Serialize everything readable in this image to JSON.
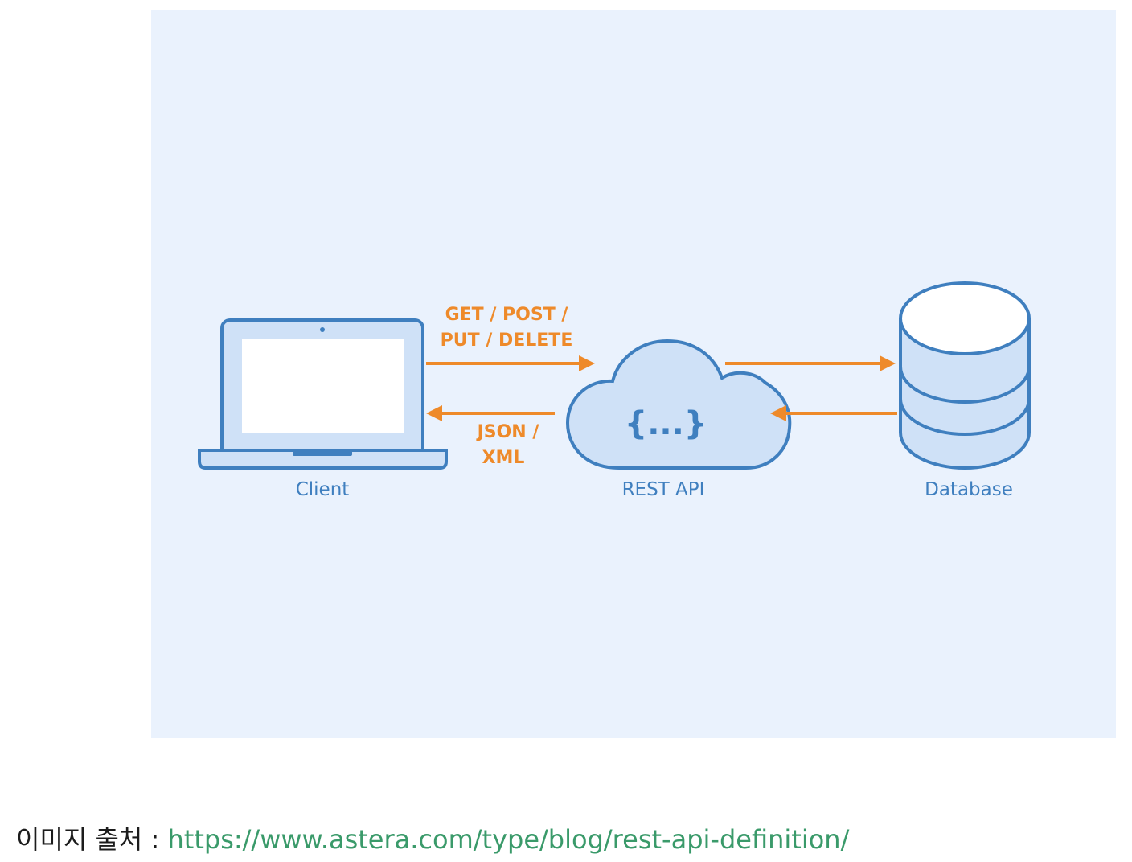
{
  "diagram": {
    "nodes": {
      "client": {
        "label": "Client"
      },
      "api": {
        "label": "REST API",
        "symbol": "{...}"
      },
      "database": {
        "label": "Database"
      }
    },
    "request": {
      "line1": "GET / POST /",
      "line2": "PUT / DELETE"
    },
    "response": {
      "line1": "JSON /",
      "line2": "XML"
    }
  },
  "caption": {
    "prefix": "이미지 출처 : ",
    "link_text": "https://www.astera.com/type/blog/rest-api-definition/"
  },
  "colors": {
    "background": "#eaf2fd",
    "outline": "#3f7fbf",
    "arrow": "#ee8a2a",
    "link": "#3a9a6a"
  }
}
